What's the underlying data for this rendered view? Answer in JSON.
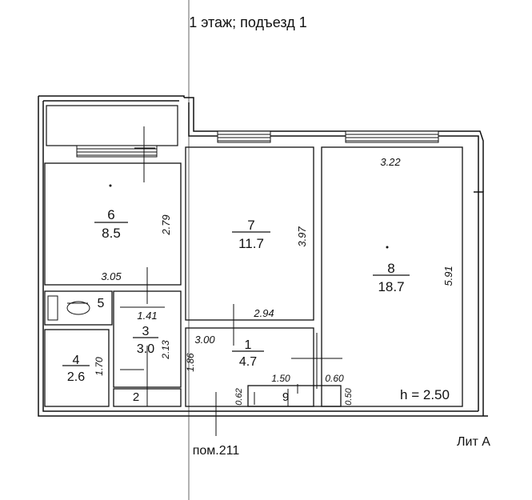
{
  "header": {
    "title": "1 этаж; подъезд 1"
  },
  "rooms": [
    {
      "number": "1",
      "area": "4.7"
    },
    {
      "number": "2",
      "area": ""
    },
    {
      "number": "3",
      "area": "3.0"
    },
    {
      "number": "4",
      "area": "2.6"
    },
    {
      "number": "5",
      "area": ""
    },
    {
      "number": "6",
      "area": "8.5"
    },
    {
      "number": "7",
      "area": "11.7"
    },
    {
      "number": "8",
      "area": "18.7"
    },
    {
      "number": "9",
      "area": ""
    }
  ],
  "dimensions": {
    "room8_width": "3.22",
    "room8_length": "5.91",
    "room6_height": "2.79",
    "room6_width": "3.05",
    "room7_length": "3.97",
    "room7_width": "2.94",
    "bath_width": "1.41",
    "room3_height": "2.13",
    "room4_height": "1.70",
    "hall_width": "3.00",
    "hall_height": "1.86",
    "closet_width": "1.50",
    "step_right": "0.60",
    "step_left": "0.62",
    "step_far": "0.50"
  },
  "ceiling_height": "h = 2.50",
  "premise_label": "пом.211",
  "lit_label": "Лит А"
}
